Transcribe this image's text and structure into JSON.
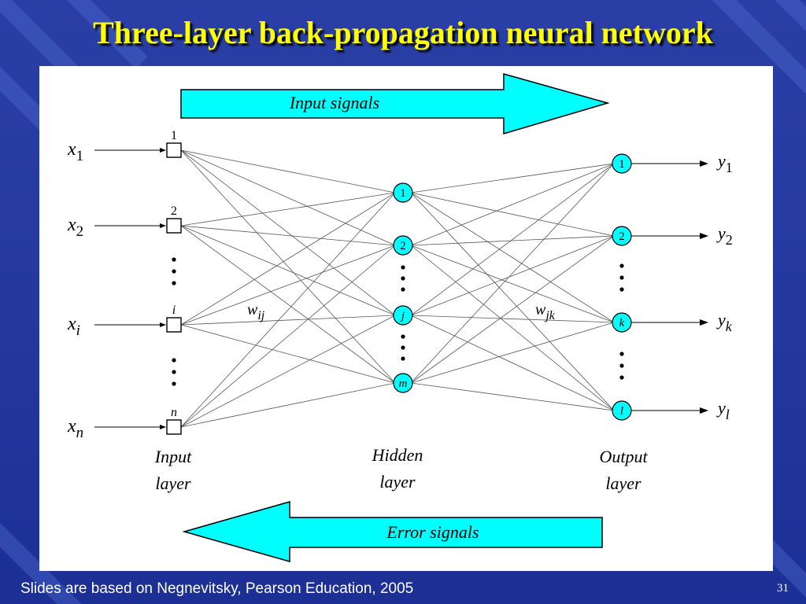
{
  "title": "Three-layer back-propagation neural network",
  "footer": "Slides are based on Negnevitsky, Pearson Education, 2005",
  "page_number": "31",
  "colors": {
    "title": "#ffff00",
    "arrow_fill": "#00ffff",
    "node_fill": "#00ffff",
    "background": "#2a3fa6"
  },
  "arrows": {
    "input_signals": "Input signals",
    "error_signals": "Error signals"
  },
  "inputs": {
    "labels": [
      {
        "base": "x",
        "sub": "1"
      },
      {
        "base": "x",
        "sub": "2"
      },
      {
        "base": "x",
        "sub": "i"
      },
      {
        "base": "x",
        "sub": "n"
      }
    ],
    "node_labels": [
      "1",
      "2",
      "i",
      "n"
    ]
  },
  "hidden": {
    "node_labels": [
      "1",
      "2",
      "j",
      "m"
    ]
  },
  "output": {
    "node_labels": [
      "1",
      "2",
      "k",
      "l"
    ],
    "labels": [
      {
        "base": "y",
        "sub": "1"
      },
      {
        "base": "y",
        "sub": "2"
      },
      {
        "base": "y",
        "sub": "k"
      },
      {
        "base": "y",
        "sub": "l"
      }
    ]
  },
  "weights": {
    "input_hidden": {
      "base": "w",
      "sub": "ij"
    },
    "hidden_output": {
      "base": "w",
      "sub": "jk"
    }
  },
  "layers": {
    "input": [
      "Input",
      "layer"
    ],
    "hidden": [
      "Hidden",
      "layer"
    ],
    "output": [
      "Output",
      "layer"
    ]
  }
}
